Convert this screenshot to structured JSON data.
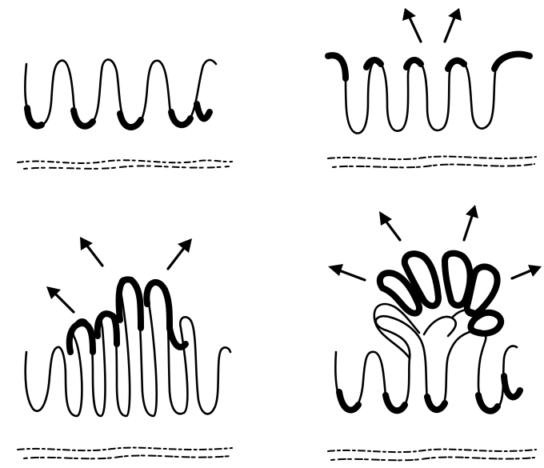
{
  "colors": {
    "ink": "#000000",
    "background": "#ffffff"
  },
  "panels": [
    {
      "name": "panel-top-left",
      "folds": 6,
      "thickened": "tips",
      "arrows": 0
    },
    {
      "name": "panel-top-right",
      "folds": 8,
      "thickened": "outer-surface",
      "arrows": 2
    },
    {
      "name": "panel-bottom-left",
      "folds": 9,
      "thickened": "raised-tops",
      "arrows": 3
    },
    {
      "name": "panel-bottom-right",
      "folds": 6,
      "thickened": "tips-and-rosette",
      "arrows": 4
    }
  ]
}
